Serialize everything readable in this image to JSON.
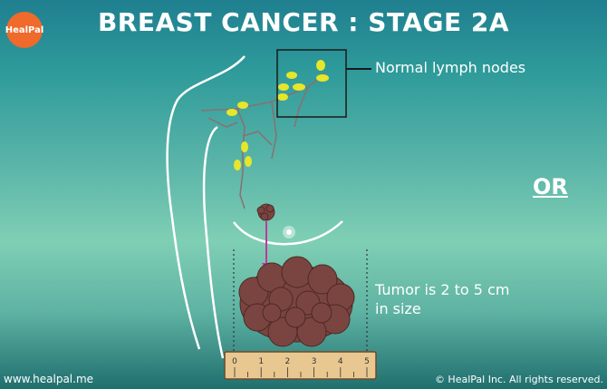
{
  "header": {
    "title": "BREAST CANCER : STAGE 2A"
  },
  "logo": {
    "text": "HealPal"
  },
  "labels": {
    "lymph_nodes": "Normal lymph nodes",
    "or": "OR",
    "tumor_line1": "Tumor is 2 to 5 cm",
    "tumor_line2": "in size"
  },
  "ruler": {
    "ticks": [
      "0",
      "1",
      "2",
      "3",
      "4",
      "5"
    ]
  },
  "footer": {
    "website": "www.healpal.me",
    "copyright": "© HealPal Inc. All rights reserved."
  },
  "colors": {
    "lymph_node": "#e6e62a",
    "tumor": "#7a4540",
    "arrow": "#c0399a",
    "logo_bg": "#ef6a2b",
    "ruler": "#e8c890"
  }
}
